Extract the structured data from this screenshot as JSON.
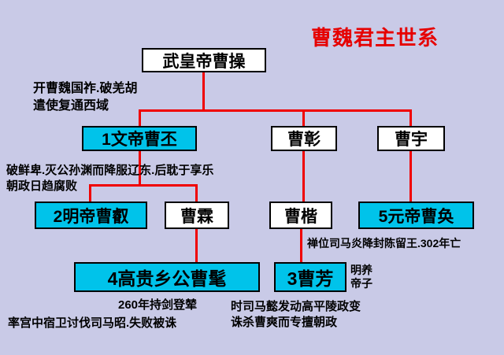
{
  "title": "曹魏君主世系",
  "nodes": {
    "caocao": {
      "label": "武皇帝曹操"
    },
    "caopi": {
      "label": "1文帝曹丕"
    },
    "caozhang": {
      "label": "曹彰"
    },
    "caoyu": {
      "label": "曹宇"
    },
    "caorui": {
      "label": "2明帝曹叡"
    },
    "caolin": {
      "label": "曹霖"
    },
    "caokai": {
      "label": "曹楷"
    },
    "caohuan": {
      "label": "5元帝曹奂"
    },
    "caomao": {
      "label": "4高贵乡公曹髦"
    },
    "caofang": {
      "label": "3曹芳"
    }
  },
  "notes": {
    "caocao_note": "开曹魏国祚.破羌胡\n遣使复通西域",
    "caopi_note": "破鲜卑.灭公孙渊而降服辽东.后耽于享乐\n朝政日趋腐败",
    "caohuan_note": "禅位司马炎降封陈留王.302年亡",
    "caofang_side_note": "明养\n帝子",
    "caomao_note1": "260年持剑登辇",
    "caofang_note": "时司马懿发动高平陵政变\n诛杀曹爽而专擅朝政",
    "caomao_note2": "率宫中宿卫讨伐司马昭.失败被诛"
  },
  "colors": {
    "background": "#c9cae7",
    "highlight_box": "#00c3ea",
    "plain_box": "#ffffff",
    "connector": "#f00000",
    "title": "#e60000"
  }
}
